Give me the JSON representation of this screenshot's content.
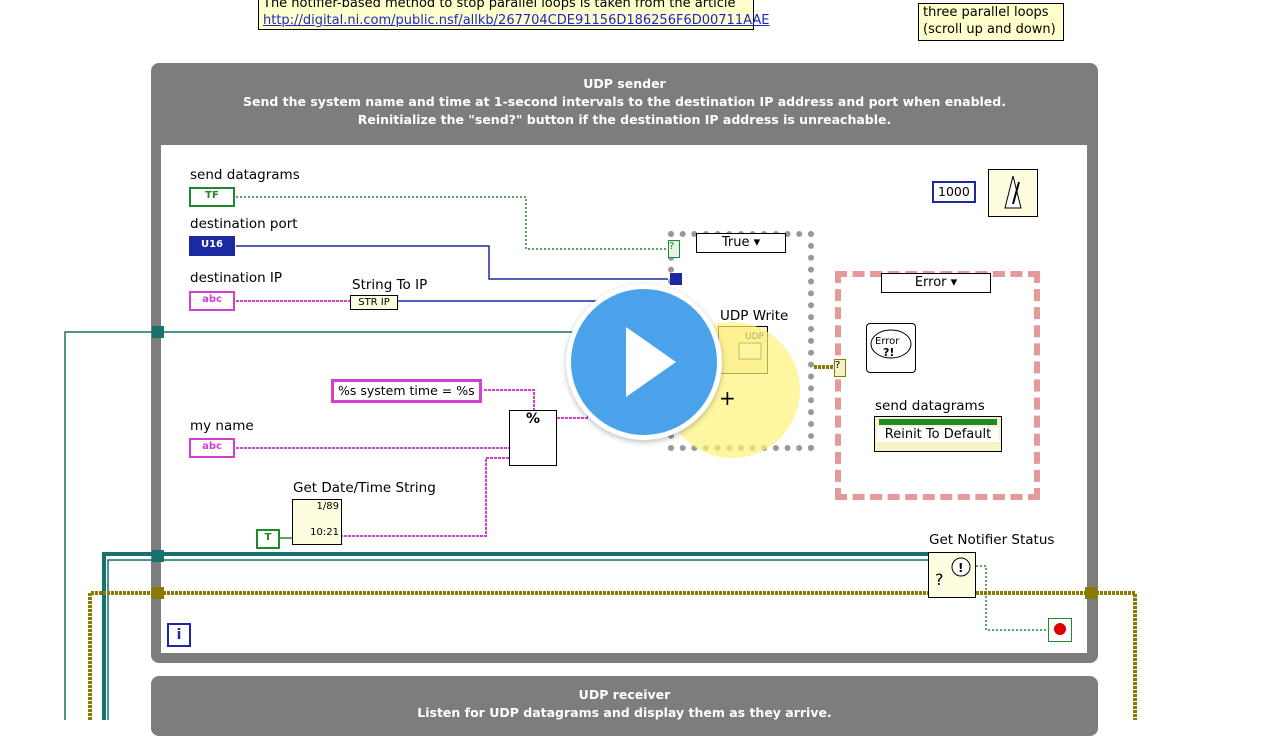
{
  "notes": {
    "article_line": "The notifier-based method to stop parallel loops is taken from the article",
    "article_url": "http://digital.ni.com/public.nsf/allkb/267704CDE91156D186256F6D00711AAE",
    "parallel_line1": "three parallel loops",
    "parallel_line2": "(scroll up and down)"
  },
  "sender": {
    "title": "UDP sender",
    "desc1": "Send the system name and time at 1-second intervals to the destination IP address and port when enabled.",
    "desc2": "Reinitialize the \"send?\" button if the destination IP address is unreachable."
  },
  "controls": {
    "send_datagrams": "send datagrams",
    "destination_port": "destination port",
    "destination_ip": "destination IP",
    "my_name": "my name",
    "bool_tag": "TF",
    "u16_tag": "U16",
    "str_tag": "abc"
  },
  "functions": {
    "string_to_ip": "String To IP",
    "str_ip_tag": "STR IP",
    "udp_write": "UDP Write",
    "get_datetime": "Get Date/Time String",
    "format_string": "%s system time = %s",
    "get_notifier_status": "Get Notifier Status"
  },
  "constants": {
    "wait_ms": "1000",
    "true_const": "T"
  },
  "case_true": {
    "label": "True"
  },
  "case_error": {
    "label": "Error",
    "send_datagrams": "send datagrams",
    "reinit_button": "Reinit To Default"
  },
  "receiver": {
    "title": "UDP receiver",
    "desc": "Listen for UDP datagrams and display them as they arrive."
  },
  "info_icon": "i",
  "colors": {
    "frame_gray": "#7d7d7d",
    "bool_wire": "#1f8a2b",
    "int_wire": "#1b2aa3",
    "string_wire": "#d43fd0",
    "error_wire": "#8a7a00",
    "refnum_wire": "#17716c",
    "play_blue": "#4aa3ea",
    "highlight_yellow": "#fff27a"
  }
}
